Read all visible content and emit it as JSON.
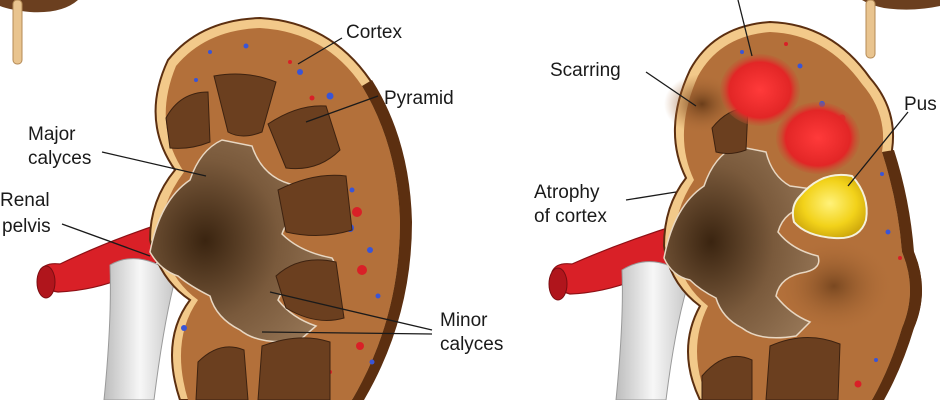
{
  "colors": {
    "cortex": "#b3703a",
    "cortex_edge": "#5c2f10",
    "capsule": "#f2c98a",
    "pyramid": "#6b3f1f",
    "pelvis": "#7a5a3c",
    "artery": "#d92027",
    "ureter": "#e6e6e6",
    "pus": "#f2d21a",
    "inflammation": "#e82a2a"
  },
  "left_kidney": {
    "labels": {
      "cortex": "Cortex",
      "pyramid": "Pyramid",
      "major_calyces_line1": "Major",
      "major_calyces_line2": "calyces",
      "renal_pelvis_line1": "Renal",
      "renal_pelvis_line2": "pelvis",
      "minor_calyces_line1": "Minor",
      "minor_calyces_line2": "calyces"
    }
  },
  "right_kidney": {
    "labels": {
      "scarring": "Scarring",
      "pus": "Pus",
      "atrophy_line1": "Atrophy",
      "atrophy_line2": "of cortex"
    }
  }
}
